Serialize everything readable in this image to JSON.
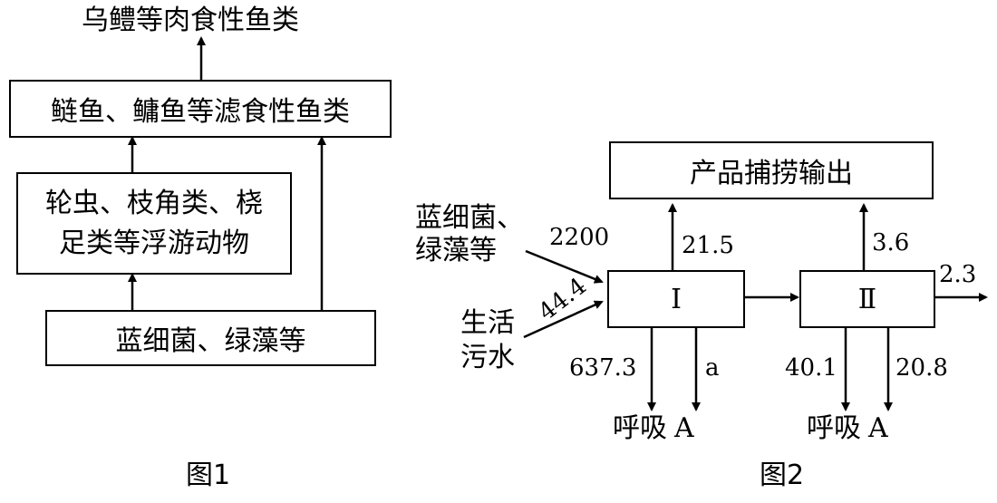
{
  "figure1": {
    "top_label": "乌鳢等肉食性鱼类",
    "filter_fish": "鲢鱼、鳙鱼等滤食性鱼类",
    "zooplankton_line1": "轮虫、枝角类、桡",
    "zooplankton_line2": "足类等浮游动物",
    "producers": "蓝细菌、绿藻等",
    "caption": "图1"
  },
  "figure2": {
    "output_box": "产品捕捞输出",
    "input_label_line1": "蓝细菌、",
    "input_label_line2": "绿藻等",
    "input_value": "2200",
    "sewage_line1": "生活",
    "sewage_line2": "污水",
    "sewage_value": "44.4",
    "level1": "Ⅰ",
    "level2": "Ⅱ",
    "out1_value": "21.5",
    "out2_value": "3.6",
    "right_value": "2.3",
    "resp1_value": "637.3",
    "a_value": "a",
    "resp2_value": "40.1",
    "d2_value": "20.8",
    "resp_label_1": "呼吸",
    "resp_label_2": "A",
    "caption": "图2"
  }
}
